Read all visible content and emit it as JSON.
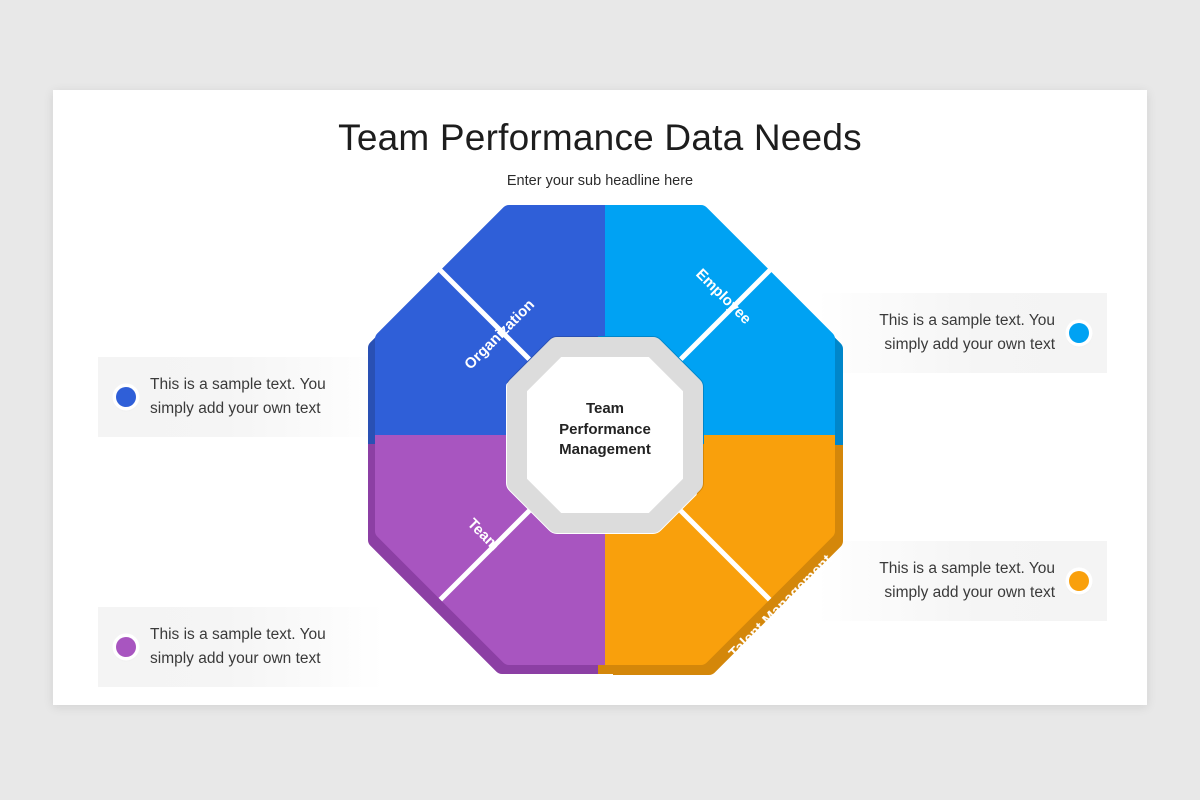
{
  "slide": {
    "title": "Team Performance Data Needs",
    "subtitle": "Enter your sub headline here",
    "background_color": "#e8e8e8",
    "card_color": "#ffffff"
  },
  "center": {
    "label_line1": "Team",
    "label_line2": "Performance",
    "label_line3": "Management",
    "fill": "#ffffff",
    "border": "#dcdcdc"
  },
  "segments": [
    {
      "key": "organization",
      "label": "Organization",
      "color": "#2f5fd8",
      "shade": "#2950b4",
      "position": "top-left",
      "rotation": -45
    },
    {
      "key": "employee",
      "label": "Employee",
      "color": "#00a2f3",
      "shade": "#0086ca",
      "position": "top-right",
      "rotation": 45
    },
    {
      "key": "talent-management",
      "label": "Talent Management",
      "color": "#f9a00c",
      "shade": "#d4870a",
      "position": "bottom-right",
      "rotation": -45
    },
    {
      "key": "team",
      "label": "Team",
      "color": "#a855c0",
      "shade": "#8c3fa4",
      "position": "bottom-left",
      "rotation": 45
    }
  ],
  "callouts": [
    {
      "key": "blue",
      "side": "left",
      "dot_color": "#2f5fd8",
      "text": "This is a sample text. You simply add your own text"
    },
    {
      "key": "purple",
      "side": "left",
      "dot_color": "#a855c0",
      "text": "This is a sample text. You simply add your own text"
    },
    {
      "key": "cyan",
      "side": "right",
      "dot_color": "#00a2f3",
      "text": "This is a sample text. You simply add your own text"
    },
    {
      "key": "orange",
      "side": "right",
      "dot_color": "#f9a00c",
      "text": "This is a sample text. You simply add your own text"
    }
  ]
}
